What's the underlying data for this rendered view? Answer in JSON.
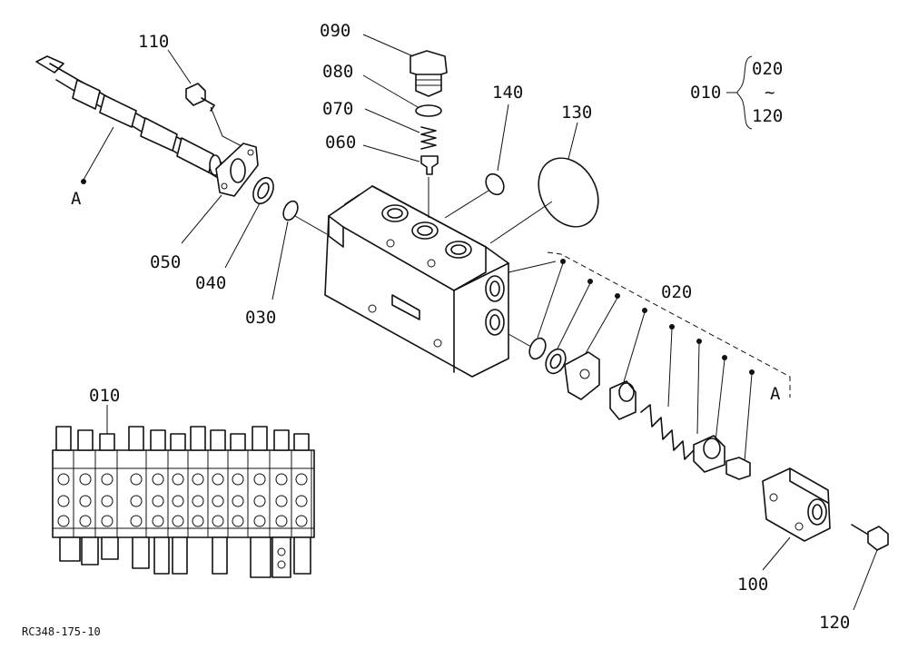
{
  "labels": {
    "p090": "090",
    "p080": "080",
    "p070": "070",
    "p060": "060",
    "p110": "110",
    "p140": "140",
    "p130": "130",
    "p050": "050",
    "p040": "040",
    "p030": "030",
    "p020": "020",
    "p100": "100",
    "p120": "120",
    "p010_inset": "010",
    "ref_a_left": "A",
    "ref_a_right": "A"
  },
  "legend": {
    "assembly": "010",
    "range_start": "020",
    "range_tilde": "~",
    "range_end": "120"
  },
  "drawing_code": "RC348-175-10"
}
